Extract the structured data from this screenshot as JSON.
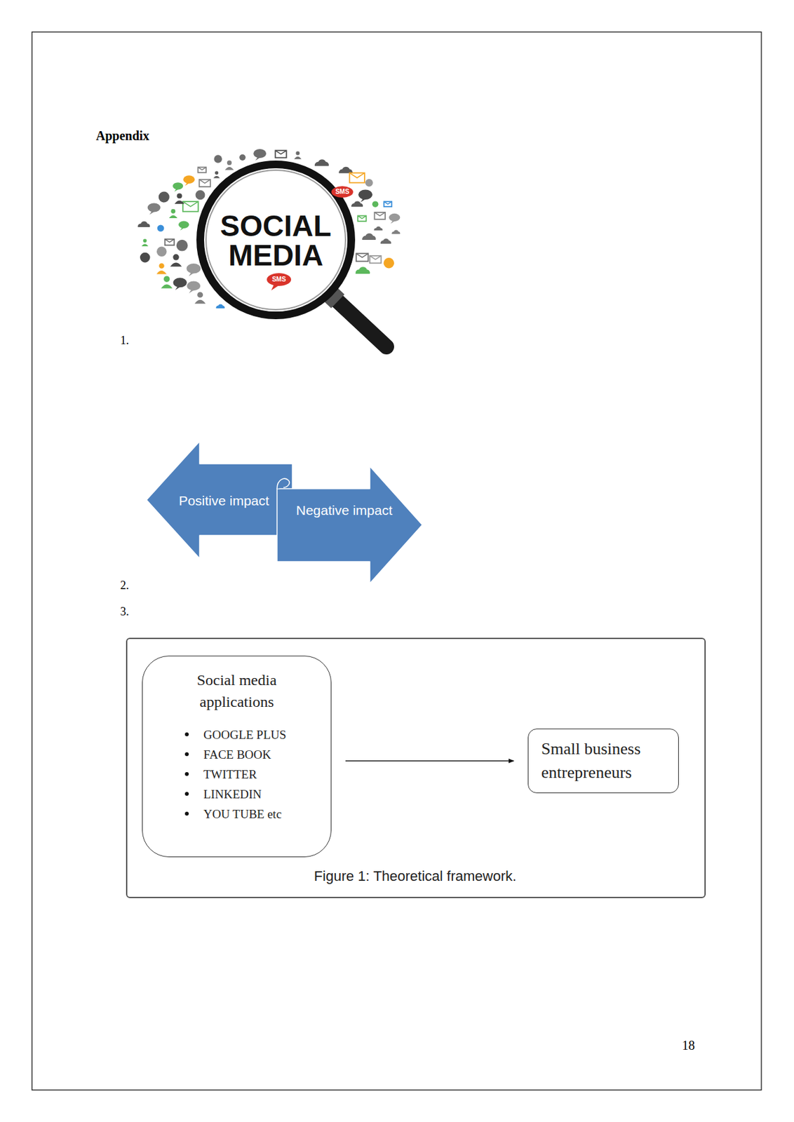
{
  "diagram": {
    "title": "Appendix",
    "caption": "Figure 1: Theoretical framework.",
    "nodes": [
      {
        "text": [
          "Positive impact"
        ]
      },
      {
        "text": [
          "Negative impact"
        ]
      },
      {
        "text": [
          "Social media applications",
          "GOOGLE PLUS",
          "FACE BOOK",
          "TWITTER",
          "LINKEDIN",
          "YOU TUBE etc"
        ]
      },
      {
        "text": [
          "Small business entrepreneurs"
        ]
      }
    ],
    "edges": [
      {
        "from": 2,
        "to": 3,
        "arrow": "to"
      }
    ],
    "labels": [
      "SOCIAL",
      "MEDIA",
      "SMS",
      "SMS",
      "1.",
      "2.",
      "3.",
      "18"
    ]
  }
}
